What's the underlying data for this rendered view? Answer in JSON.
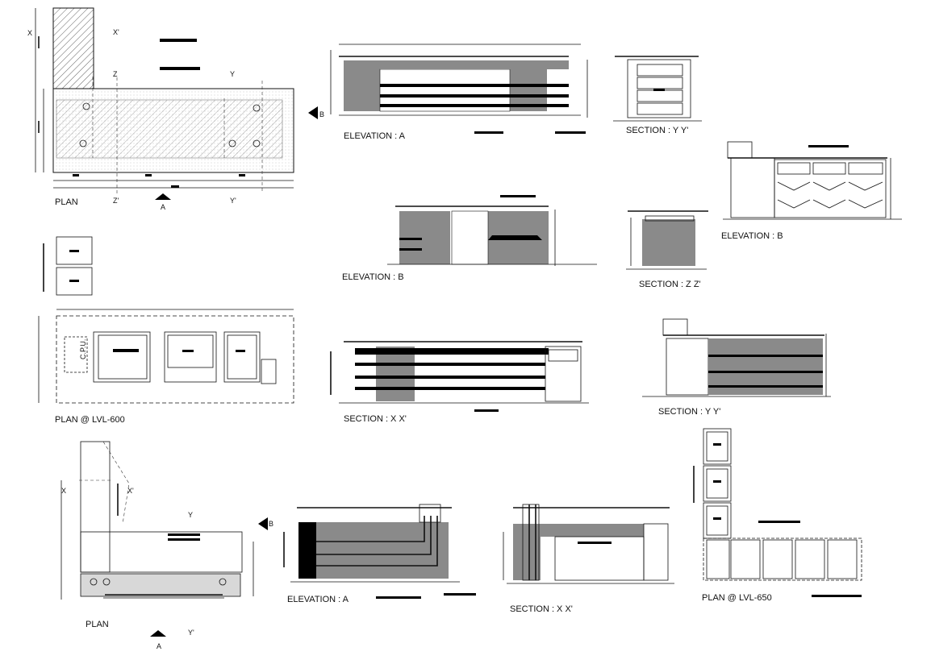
{
  "colors": {
    "ink": "#111111",
    "grey": "#8a8a8a",
    "paper": "#ffffff",
    "dots": "#bbbbbb"
  },
  "views": {
    "plan_top": "PLAN",
    "plan_bottom": "PLAN",
    "elev_a_top": "ELEVATION : A",
    "elev_a_bottom": "ELEVATION : A",
    "elev_b_mid": "ELEVATION : B",
    "elev_b_right": "ELEVATION : B",
    "section_yy_top": "SECTION : Y Y'",
    "section_zz": "SECTION : Z Z'",
    "section_xx_mid": "SECTION : X X'",
    "section_yy_mid": "SECTION : Y Y'",
    "section_xx_bottom": "SECTION : X X'",
    "plan_lvl_600": "PLAN @ LVL-600",
    "plan_lvl_650": "PLAN @ LVL-650"
  },
  "markers": {
    "x": "X",
    "x_prime": "X'",
    "y": "Y",
    "y_prime": "Y'",
    "z": "Z",
    "z_prime": "Z'",
    "a": "A",
    "b": "B",
    "cpu": "C.P.U."
  }
}
